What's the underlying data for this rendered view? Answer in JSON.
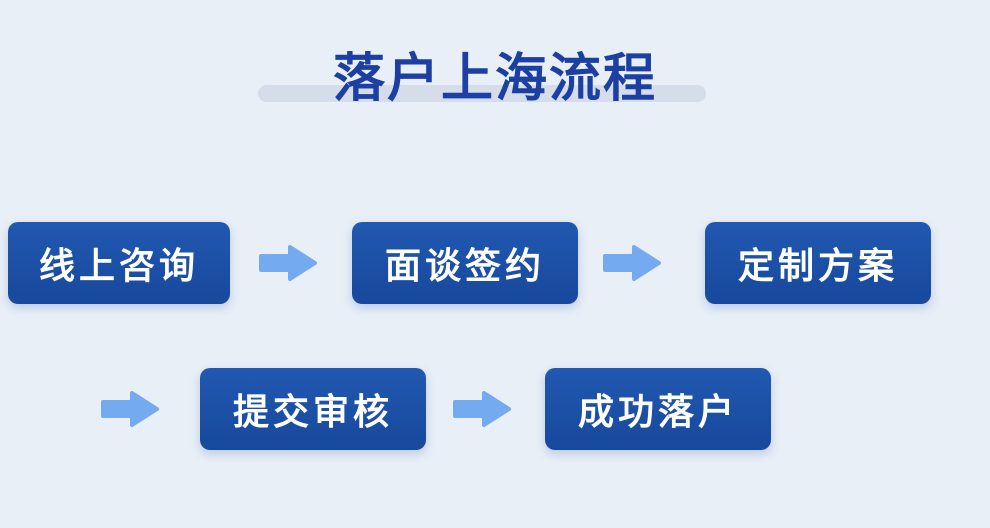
{
  "title": "落户上海流程",
  "colors": {
    "page_bg": "#e9eff7",
    "box_bg": "#2158b0",
    "box_bg_dark": "#17499d",
    "box_text": "#ffffff",
    "arrow": "#74aaef",
    "title_text": "#1c3fa3",
    "title_underline": "#d6ddea"
  },
  "steps": [
    {
      "id": "online-consultation",
      "label": "线上咨询",
      "row": 1
    },
    {
      "id": "interview-signing",
      "label": "面谈签约",
      "row": 1
    },
    {
      "id": "customized-plan",
      "label": "定制方案",
      "row": 1
    },
    {
      "id": "submit-review",
      "label": "提交审核",
      "row": 2
    },
    {
      "id": "successful-settlement",
      "label": "成功落户",
      "row": 2
    }
  ]
}
